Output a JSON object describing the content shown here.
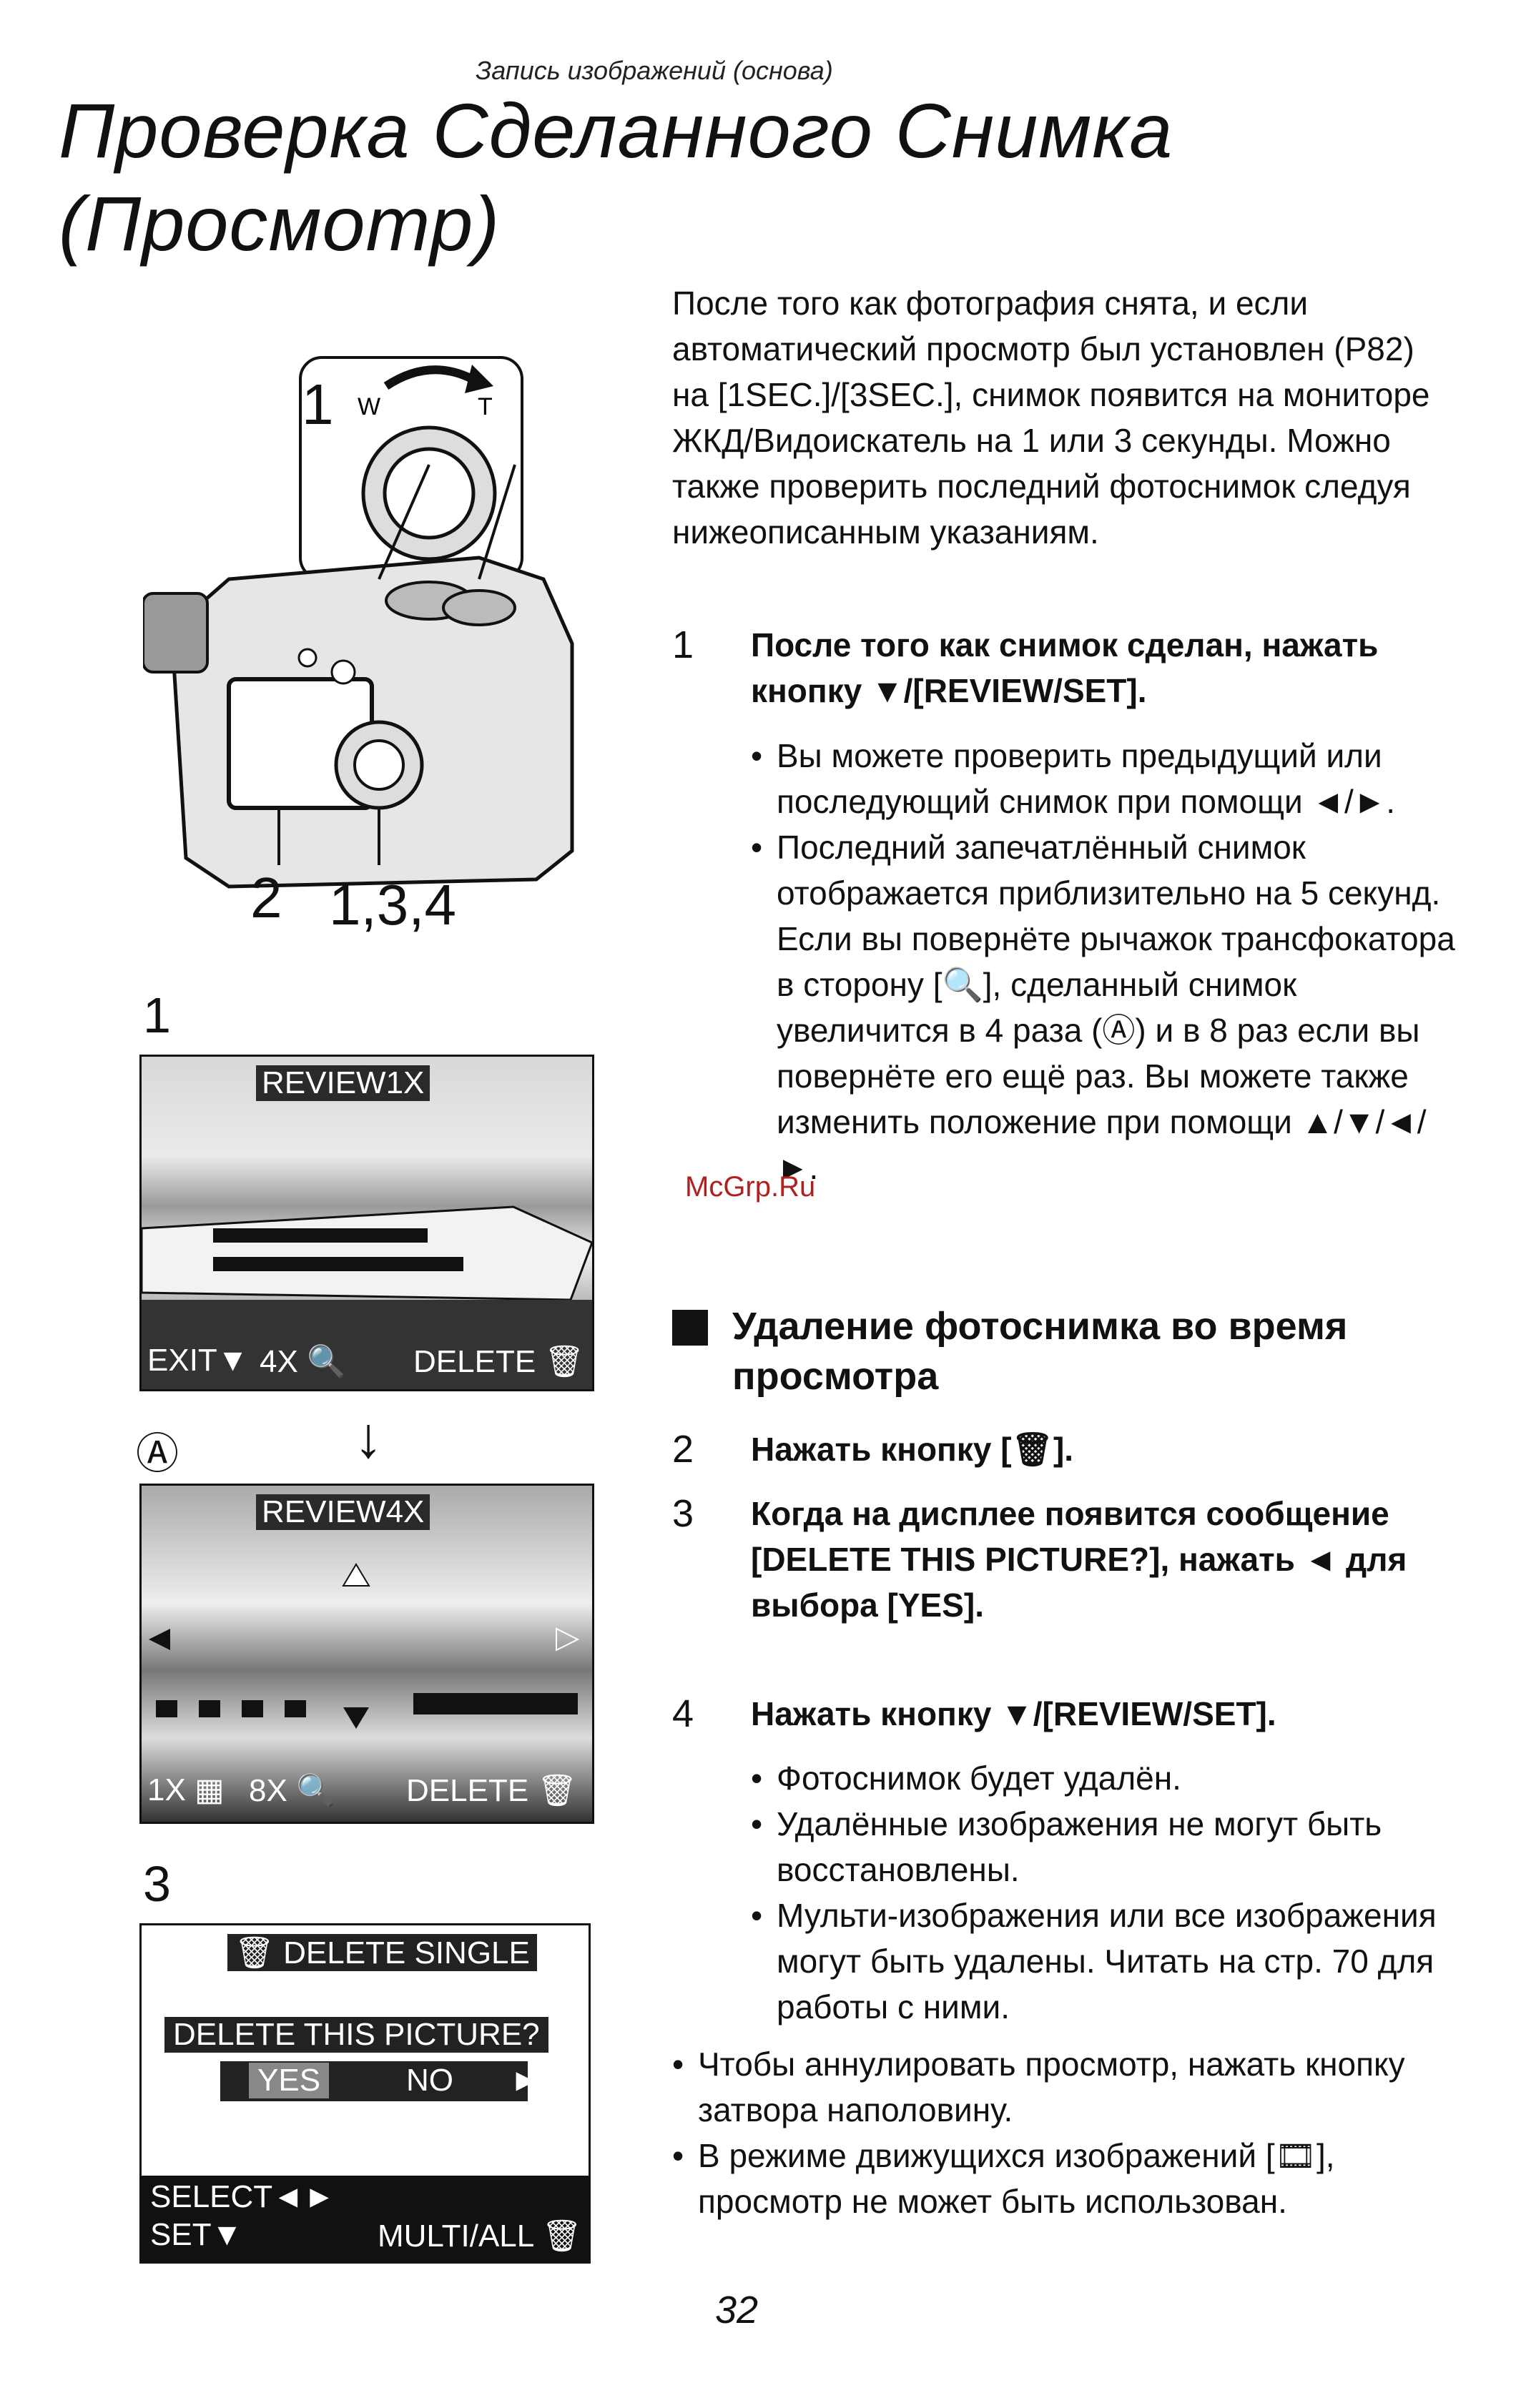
{
  "header": {
    "section": "Запись изображений (основа)"
  },
  "title": {
    "line1": "Проверка Сделанного Снимка",
    "line2": "(Просмотр)"
  },
  "intro": "После того как фотография снята, и если автоматический просмотр был установлен (P82) на [1SEC.]/[3SEC.], снимок появится на мониторе ЖКД/Видоискатель на 1 или 3 секунды. Можно также проверить последний фотоснимок следуя нижеописанным указаниям.",
  "camera_figure": {
    "callout_1": "1",
    "label_2": "2",
    "label_134": "1,3,4"
  },
  "screens": {
    "screen1": {
      "label": "1",
      "review": "REVIEW1X",
      "exit": "EXIT▼",
      "zoom": "4X",
      "delete": "DELETE"
    },
    "marker": "Ⓐ",
    "screen2": {
      "review": "REVIEW4X",
      "zoom1": "1X",
      "zoom2": "8X",
      "delete": "DELETE"
    },
    "screen3": {
      "label": "3",
      "title": "DELETE SINGLE",
      "question": "DELETE THIS PICTURE?",
      "yes": "YES",
      "no": "NO",
      "select": "SELECT",
      "set": "SET▼",
      "multi": "MULTI/ALL"
    }
  },
  "steps": [
    {
      "num": "1",
      "text": "После того как снимок сделан, нажать кнопку ▼/[REVIEW/SET]."
    },
    {
      "num": "2",
      "text": "Нажать кнопку [🗑]."
    },
    {
      "num": "3",
      "text": "Когда на дисплее появится сообщение [DELETE THIS PICTURE?], нажать ◄ для выбора [YES]."
    },
    {
      "num": "4",
      "text": "Нажать кнопку ▼/[REVIEW/SET]."
    }
  ],
  "step1_bullets": [
    "Вы можете проверить предыдущий или последующий снимок при помощи ◄/►.",
    "Последний запечатлённый снимок отображается приблизительно на 5 секунд. Если вы повернёте рычажок трансфокатора в сторону [🔍], сделанный снимок увеличится в 4 раза (Ⓐ) и в 8 раз если вы повернёте его ещё раз. Вы можете также изменить положение при помощи ▲/▼/◄/►."
  ],
  "subsection": "Удаление фотоснимка во время просмотра",
  "step4_bullets": [
    "Фотоснимок будет удалён.",
    "Удалённые изображения не могут быть восстановлены.",
    "Мульти-изображения или все изображения могут быть удалены. Читать на стр. 70 для работы с ними."
  ],
  "notes": [
    "Чтобы аннулировать просмотр, нажать кнопку затвора наполовину.",
    "В режиме движущихся изображений [🎞], просмотр не может быть использован."
  ],
  "watermark": "McGrp.Ru",
  "page_number": "32"
}
